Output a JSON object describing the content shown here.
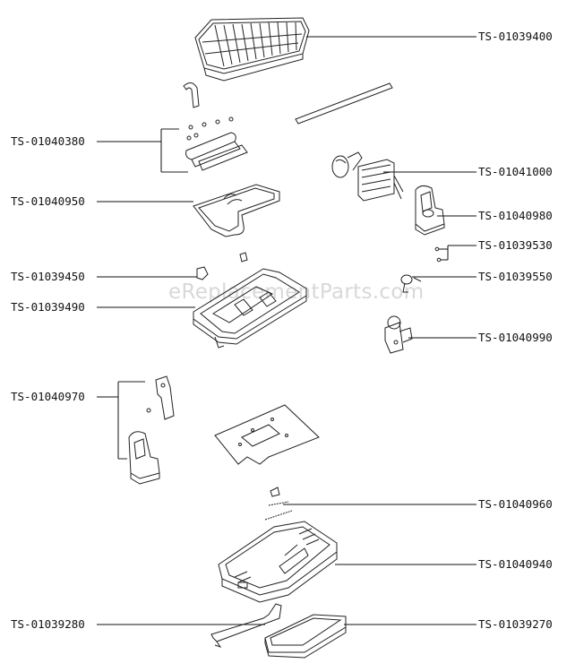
{
  "watermark": "eReplacementParts.com",
  "labels": {
    "grill_plate": "TS-01039400",
    "fastener_kit": "TS-01040380",
    "thermostat": "TS-01041000",
    "heating_element": "TS-01040950",
    "right_hinge": "TS-01040980",
    "screws": "TS-01039530",
    "clip": "TS-01039450",
    "bracket_pin": "TS-01039550",
    "upper_frame": "TS-01039490",
    "right_bracket": "TS-01040990",
    "left_hinge": "TS-01040970",
    "spring_set": "TS-01040960",
    "base_housing": "TS-01040940",
    "handle": "TS-01039280",
    "drip_tray": "TS-01039270"
  }
}
